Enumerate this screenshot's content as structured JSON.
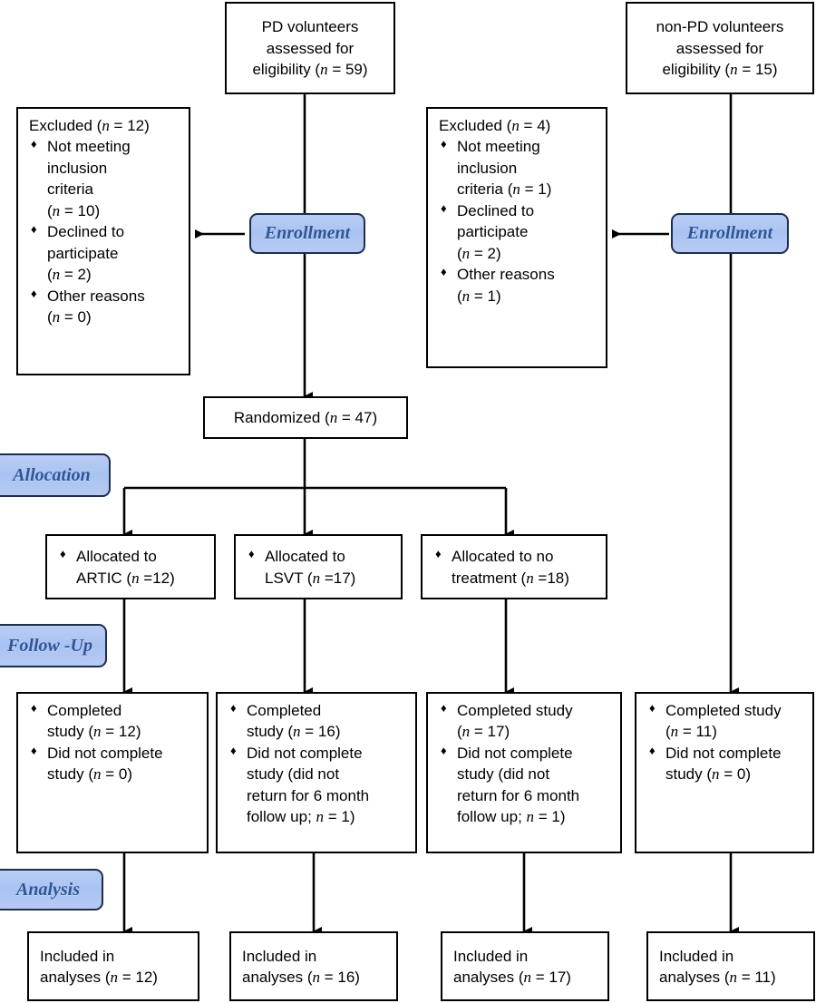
{
  "figure": {
    "type": "consort-flow-diagram",
    "title": "CONSORT participant flow diagram"
  },
  "nodes": {
    "pd_enrolled": {
      "lines": [
        "PD volunteers",
        "assessed for",
        "eligibility (n = 59)"
      ]
    },
    "nonpd_enrolled": {
      "lines": [
        "non-PD volunteers",
        "assessed for",
        "eligibility (n = 15)"
      ]
    },
    "pd_excluded": {
      "header": "Excluded (n = 12)",
      "items": [
        [
          "Not meeting",
          "inclusion",
          "criteria",
          "(n = 10)"
        ],
        [
          "Declined to",
          "participate",
          "(n = 2)"
        ],
        [
          "Other reasons",
          "(n = 0)"
        ]
      ]
    },
    "nonpd_excluded": {
      "header": "Excluded (n =  4)",
      "items": [
        [
          "Not meeting",
          "inclusion",
          "criteria (n = 1)"
        ],
        [
          "Declined to",
          "participate",
          "(n = 2)"
        ],
        [
          "Other reasons",
          "(n = 1)"
        ]
      ]
    },
    "randomized": {
      "lines": [
        "Randomized (n = 47)"
      ]
    },
    "alloc_artic": {
      "items": [
        [
          "Allocated to",
          "ARTIC (n =12)"
        ]
      ]
    },
    "alloc_lsvt": {
      "items": [
        [
          "Allocated to",
          "LSVT (n =17)"
        ]
      ]
    },
    "alloc_none": {
      "items": [
        [
          "Allocated to no",
          "treatment (n =18)"
        ]
      ]
    },
    "follow_artic": {
      "items": [
        [
          "Completed",
          "study (n = 12)"
        ],
        [
          "Did not complete",
          "study (n = 0)"
        ]
      ]
    },
    "follow_lsvt": {
      "items": [
        [
          "Completed",
          "study (n = 16)"
        ],
        [
          "Did not complete",
          "study (did not",
          "return for 6 month",
          "follow up; n = 1)"
        ]
      ]
    },
    "follow_none": {
      "items": [
        [
          "Completed study",
          "(n = 17)"
        ],
        [
          "Did not complete",
          "study (did not",
          "return for 6 month",
          "follow up; n = 1)"
        ]
      ]
    },
    "follow_nonpd": {
      "items": [
        [
          "Completed study",
          "(n = 11)"
        ],
        [
          "Did not complete",
          "study (n = 0)"
        ]
      ]
    },
    "analysis_artic": {
      "lines": [
        "Included in",
        "analyses (n = 12)"
      ]
    },
    "analysis_lsvt": {
      "lines": [
        "Included in",
        "analyses (n = 16)"
      ]
    },
    "analysis_none": {
      "lines": [
        "Included in",
        "analyses (n = 17)"
      ]
    },
    "analysis_nonpd": {
      "lines": [
        "Included in",
        "analyses (n = 11)"
      ]
    }
  },
  "stages": {
    "enrollment_left": "Enrollment",
    "enrollment_right": "Enrollment",
    "allocation": "Allocation",
    "follow_up": "Follow -Up",
    "analysis": "Analysis"
  },
  "symbols": {
    "bullet": "♦"
  },
  "colors": {
    "box_border": "#000000",
    "box_fill": "#ffffff",
    "text": "#000000",
    "stage_fill": "#aec6f2",
    "stage_border": "#1f2d4d",
    "stage_text": "#2f5597",
    "connector": "#000000"
  }
}
